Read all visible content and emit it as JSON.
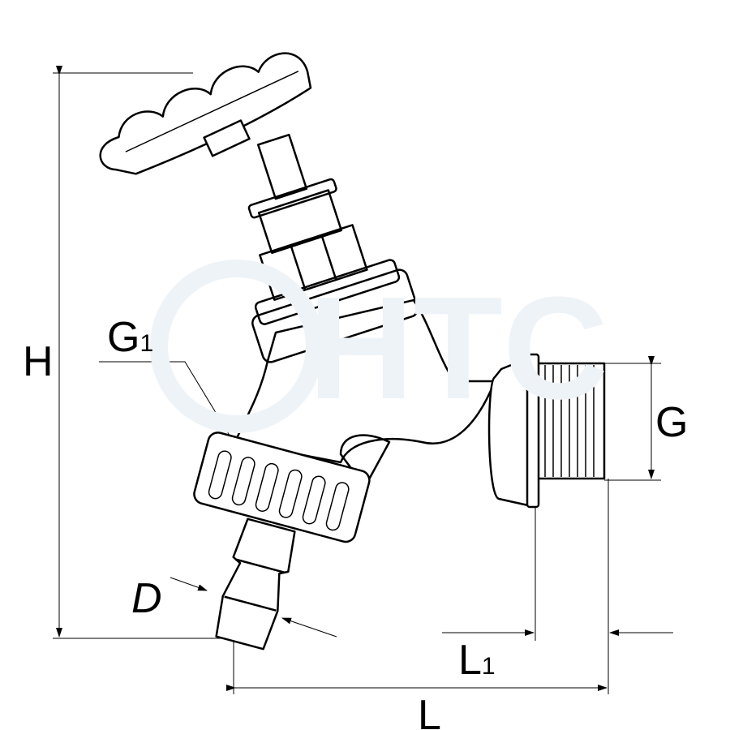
{
  "watermark": "HTC",
  "dimensions": {
    "H": {
      "main": "H"
    },
    "G1": {
      "main": "G",
      "sub": "1"
    },
    "G": {
      "main": "G"
    },
    "D": {
      "main": "D"
    },
    "L1": {
      "main": "L",
      "sub": "1"
    },
    "L": {
      "main": "L"
    }
  },
  "colors": {
    "line": "#000000",
    "fill": "#ffffff",
    "watermark": "#eef3f7"
  }
}
